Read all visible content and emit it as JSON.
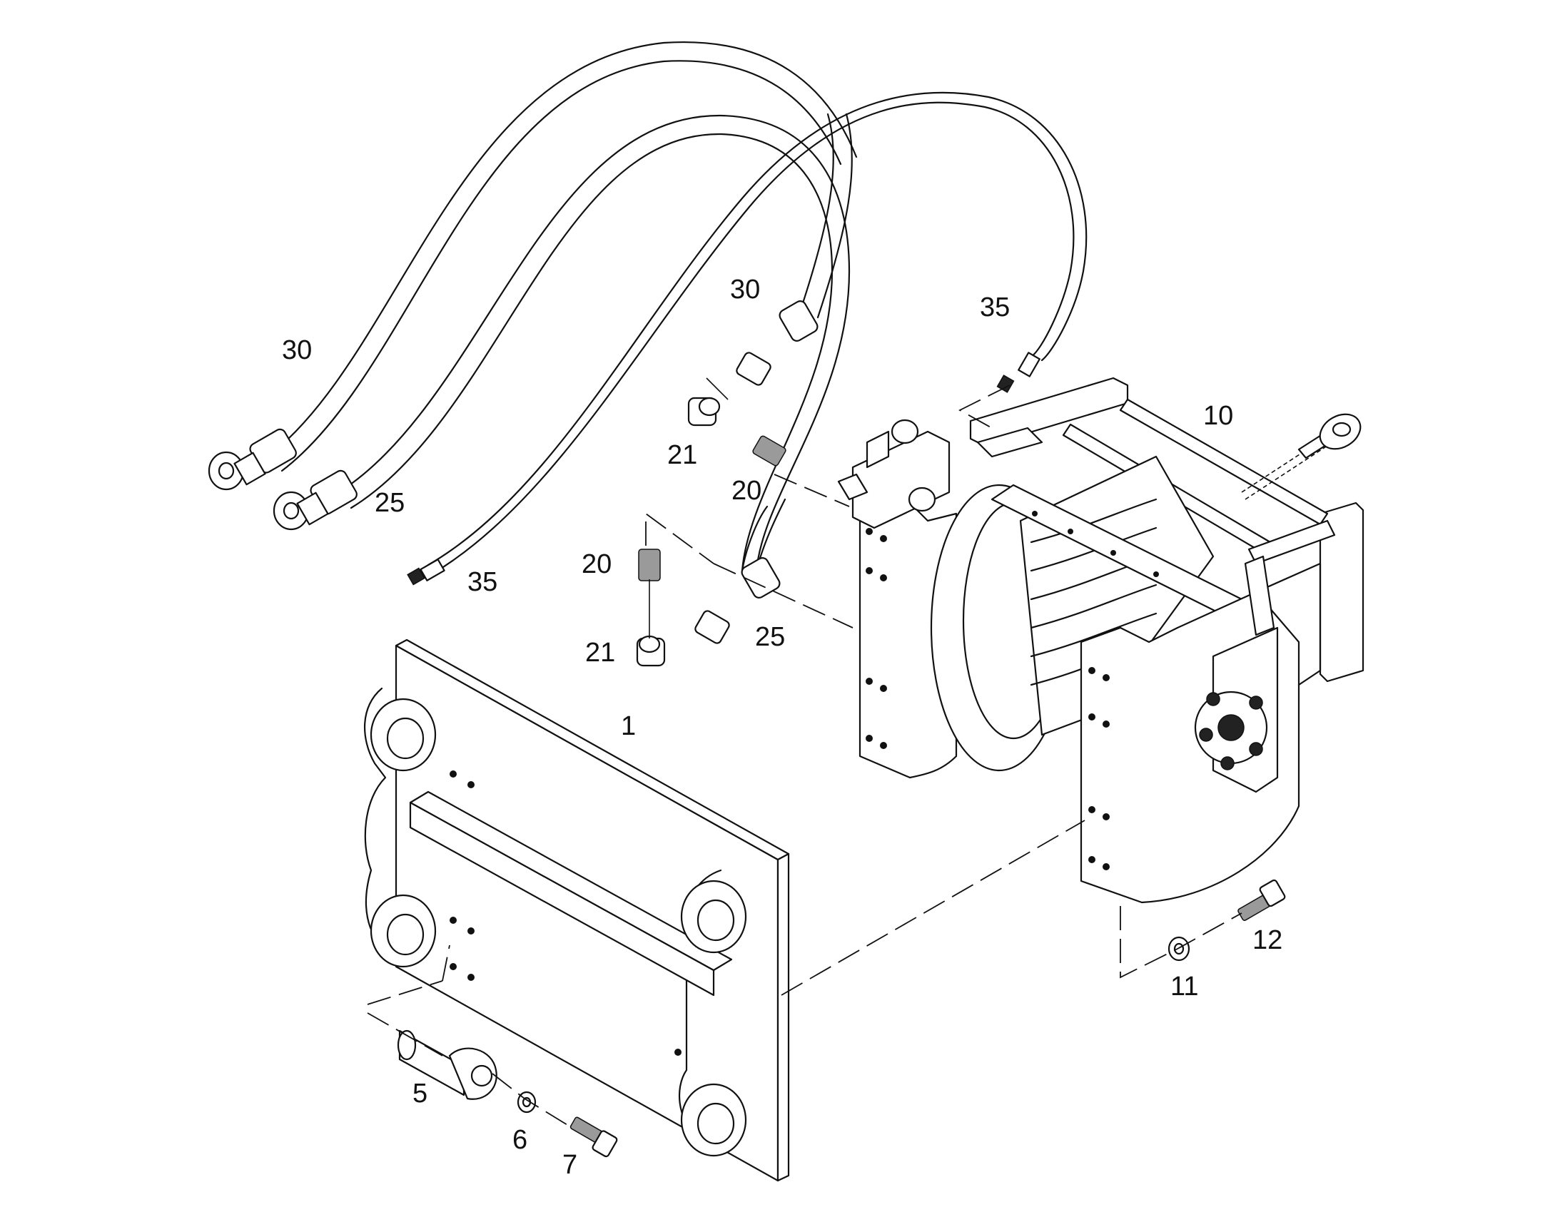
{
  "callouts": [
    {
      "id": "lbl-1",
      "text": "1"
    },
    {
      "id": "lbl-5",
      "text": "5"
    },
    {
      "id": "lbl-6",
      "text": "6"
    },
    {
      "id": "lbl-7",
      "text": "7"
    },
    {
      "id": "lbl-10",
      "text": "10"
    },
    {
      "id": "lbl-11",
      "text": "11"
    },
    {
      "id": "lbl-12",
      "text": "12"
    },
    {
      "id": "lbl-20a",
      "text": "20"
    },
    {
      "id": "lbl-20b",
      "text": "20"
    },
    {
      "id": "lbl-21a",
      "text": "21"
    },
    {
      "id": "lbl-21b",
      "text": "21"
    },
    {
      "id": "lbl-25a",
      "text": "25"
    },
    {
      "id": "lbl-25b",
      "text": "25"
    },
    {
      "id": "lbl-30a",
      "text": "30"
    },
    {
      "id": "lbl-30b",
      "text": "30"
    },
    {
      "id": "lbl-35a",
      "text": "35"
    },
    {
      "id": "lbl-35b",
      "text": "35"
    }
  ]
}
